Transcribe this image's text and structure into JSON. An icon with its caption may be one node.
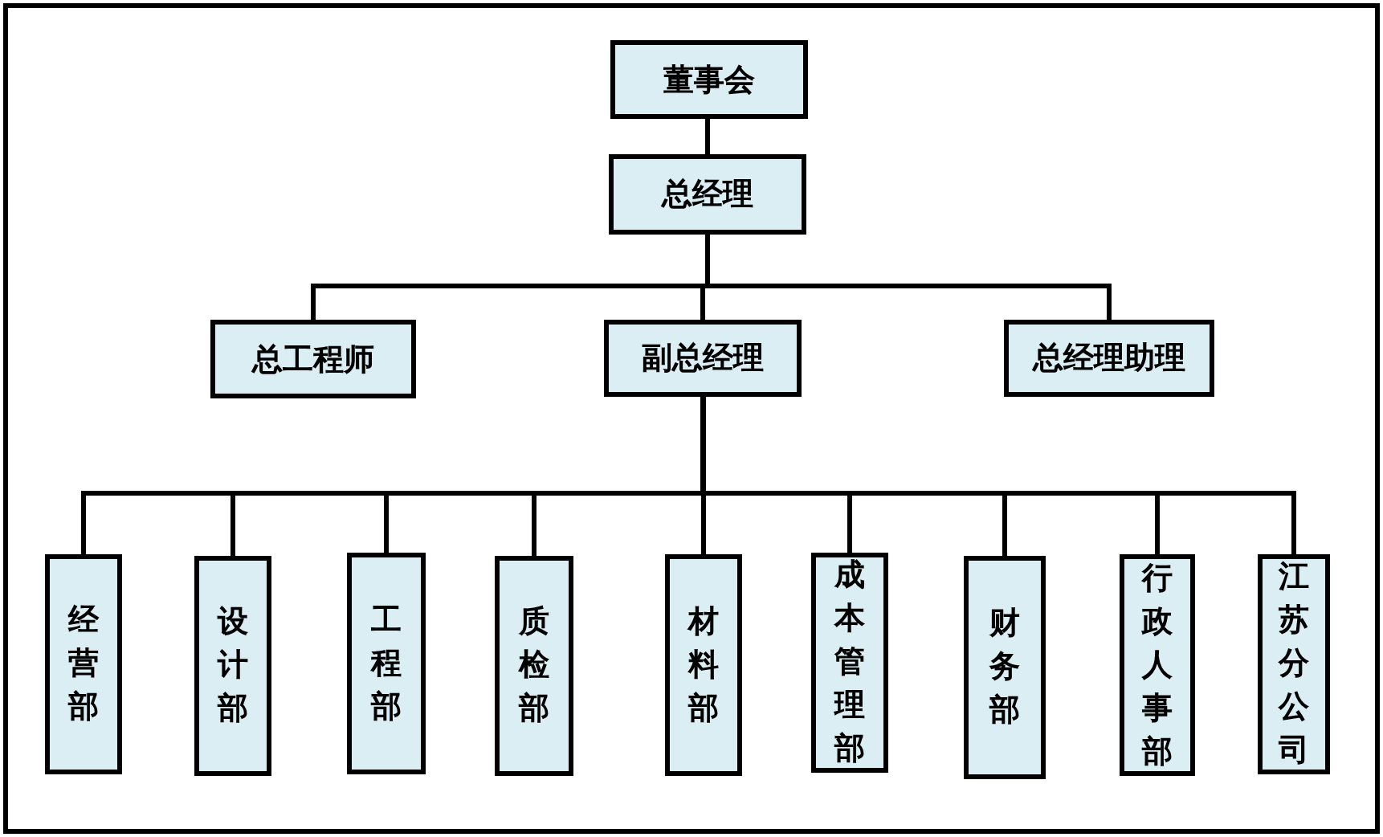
{
  "diagram": {
    "nodes": [
      {
        "text": [
          "董事会"
        ]
      },
      {
        "text": [
          "总经理"
        ]
      },
      {
        "text": [
          "总工程师"
        ]
      },
      {
        "text": [
          "副总经理"
        ]
      },
      {
        "text": [
          "总经理助理"
        ]
      },
      {
        "text": [
          "经营部"
        ]
      },
      {
        "text": [
          "设计部"
        ]
      },
      {
        "text": [
          "工程部"
        ]
      },
      {
        "text": [
          "质检部"
        ]
      },
      {
        "text": [
          "材料部"
        ]
      },
      {
        "text": [
          "成本管理部"
        ]
      },
      {
        "text": [
          "财务部"
        ]
      },
      {
        "text": [
          "行政人事部"
        ]
      },
      {
        "text": [
          "江苏分公司"
        ]
      }
    ],
    "edges": [
      {
        "from": 0,
        "to": 1,
        "arrow": "none"
      },
      {
        "from": 1,
        "to": 2,
        "arrow": "none"
      },
      {
        "from": 1,
        "to": 3,
        "arrow": "none"
      },
      {
        "from": 1,
        "to": 4,
        "arrow": "none"
      },
      {
        "from": 3,
        "to": 5,
        "arrow": "none"
      },
      {
        "from": 3,
        "to": 6,
        "arrow": "none"
      },
      {
        "from": 3,
        "to": 7,
        "arrow": "none"
      },
      {
        "from": 3,
        "to": 8,
        "arrow": "none"
      },
      {
        "from": 3,
        "to": 9,
        "arrow": "none"
      },
      {
        "from": 3,
        "to": 10,
        "arrow": "none"
      },
      {
        "from": 3,
        "to": 11,
        "arrow": "none"
      },
      {
        "from": 3,
        "to": 12,
        "arrow": "none"
      },
      {
        "from": 3,
        "to": 13,
        "arrow": "none"
      }
    ]
  }
}
